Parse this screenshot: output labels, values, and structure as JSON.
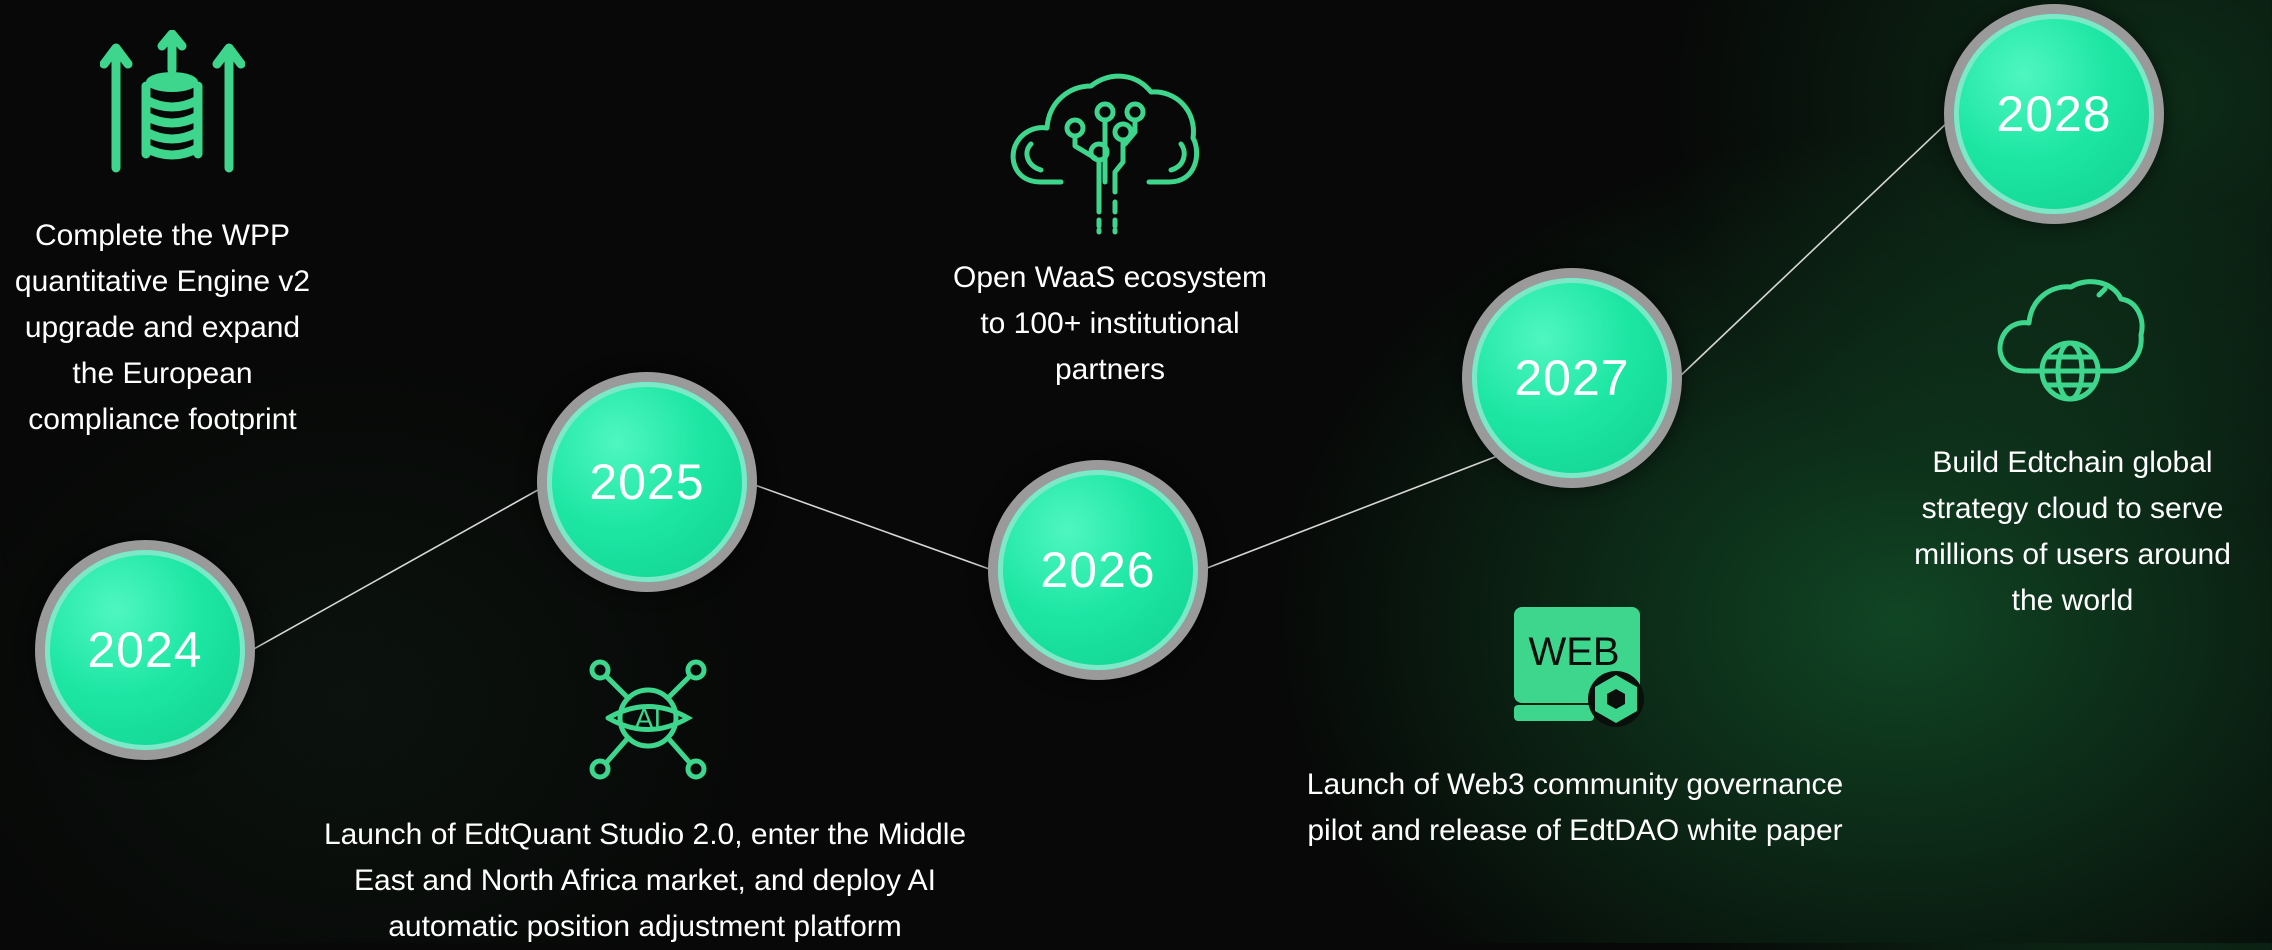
{
  "accent_color": "#3dd68c",
  "milestones": [
    {
      "year": "2024",
      "text": "Complete the WPP quantitative Engine v2 upgrade and expand the European compliance footprint",
      "icon": "database-upgrade-icon"
    },
    {
      "year": "2025",
      "text": "Launch of EdtQuant Studio 2.0, enter the Middle East and North Africa market, and deploy AI automatic position adjustment platform",
      "icon": "ai-network-icon"
    },
    {
      "year": "2026",
      "text": "Open WaaS ecosystem to 100+ institutional partners",
      "icon": "cloud-circuit-icon"
    },
    {
      "year": "2027",
      "text": "Launch of Web3 community governance pilot and release of EdtDAO white paper",
      "icon": "web3-settings-icon",
      "icon_label": "WEB"
    },
    {
      "year": "2028",
      "text": "Build Edtchain global strategy cloud to serve millions of users around the world",
      "icon": "cloud-globe-icon"
    }
  ],
  "ai_icon_label": "AI"
}
